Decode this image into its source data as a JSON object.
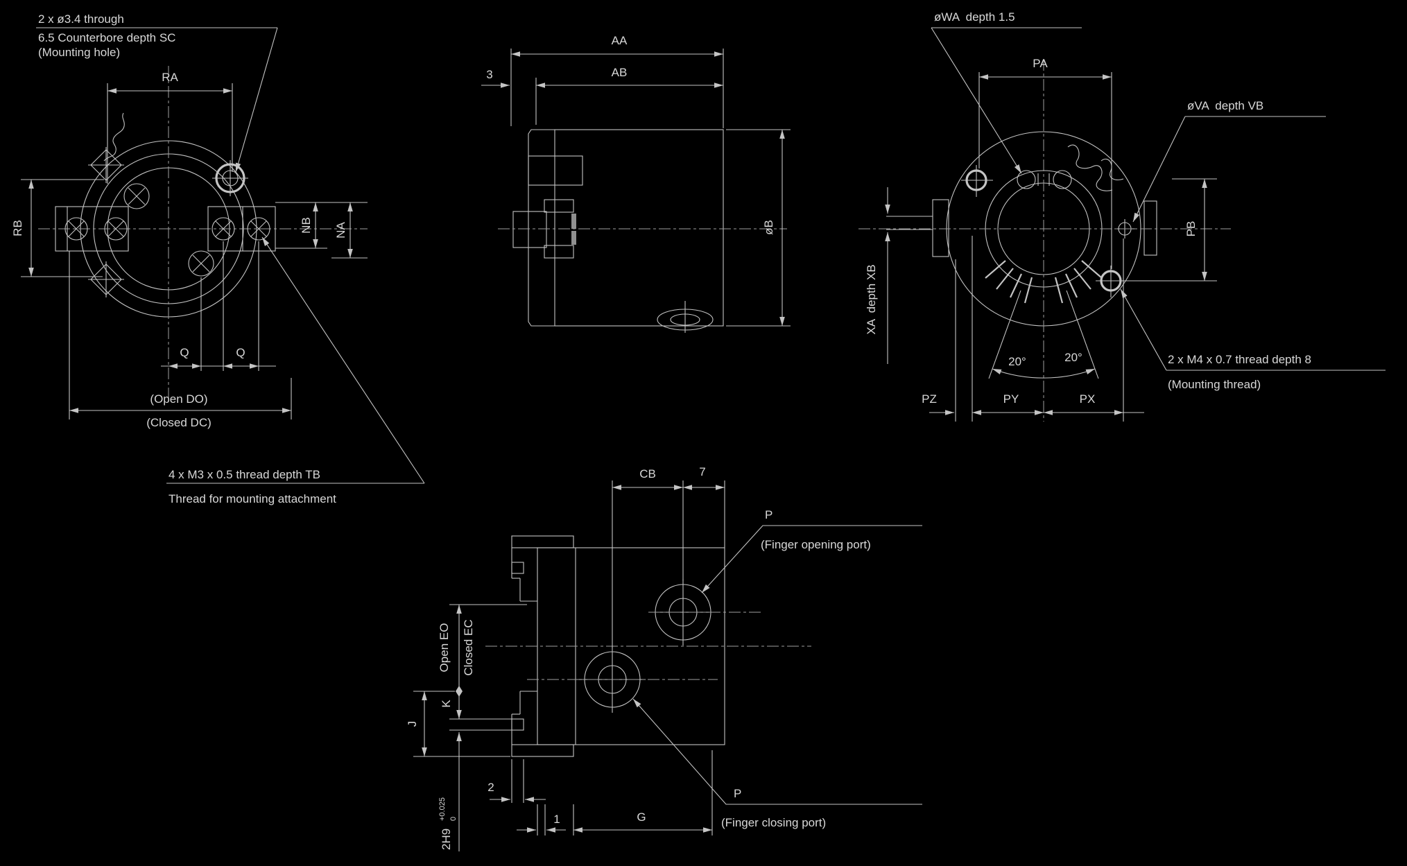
{
  "colors": {
    "background": "#000000",
    "line": "#c4c4c4",
    "text": "#d8d8d8"
  },
  "front_view": {
    "mounting_hole_callout": [
      "2 x ø3.4 through",
      "6.5 Counterbore depth SC",
      "(Mounting hole)"
    ],
    "attachment_thread_callout": [
      "4 x M3 x 0.5 thread depth TB",
      "Thread for mounting attachment"
    ],
    "dims": {
      "ra": "RA",
      "rb": "RB",
      "nb": "NB",
      "na": "NA",
      "q1": "Q",
      "q2": "Q",
      "open_do": "(Open DO)",
      "closed_dc": "(Closed DC)"
    }
  },
  "side_view": {
    "dims": {
      "aa": "AA",
      "ab": "AB",
      "plate_thickness": "3",
      "body_diameter": "øB"
    }
  },
  "rear_view": {
    "wa_callout": "øWA  depth 1.5",
    "va_callout": "øVA  depth VB",
    "mounting_thread_callout": [
      "2 x M4 x 0.7 thread depth 8",
      "(Mounting thread)"
    ],
    "dims": {
      "pa": "PA",
      "pb": "PB",
      "xa_depth": "XA  depth XB",
      "angle_left": "20°",
      "angle_right": "20°",
      "pz": "PZ",
      "py": "PY",
      "px": "PX"
    }
  },
  "bottom_view": {
    "opening_port_callout": {
      "label": "P",
      "desc": "(Finger opening port)"
    },
    "closing_port_callout": {
      "label": "P",
      "desc": "(Finger closing port)"
    },
    "dims": {
      "cb": "CB",
      "seven": "7",
      "open_eo": "Open EO",
      "closed_ec": "Closed EC",
      "k": "K",
      "j": "J",
      "slot_size": "2H9",
      "slot_tol_upper": "+0.025",
      "slot_tol_lower": "0",
      "two": "2",
      "one": "1",
      "g": "G"
    }
  }
}
